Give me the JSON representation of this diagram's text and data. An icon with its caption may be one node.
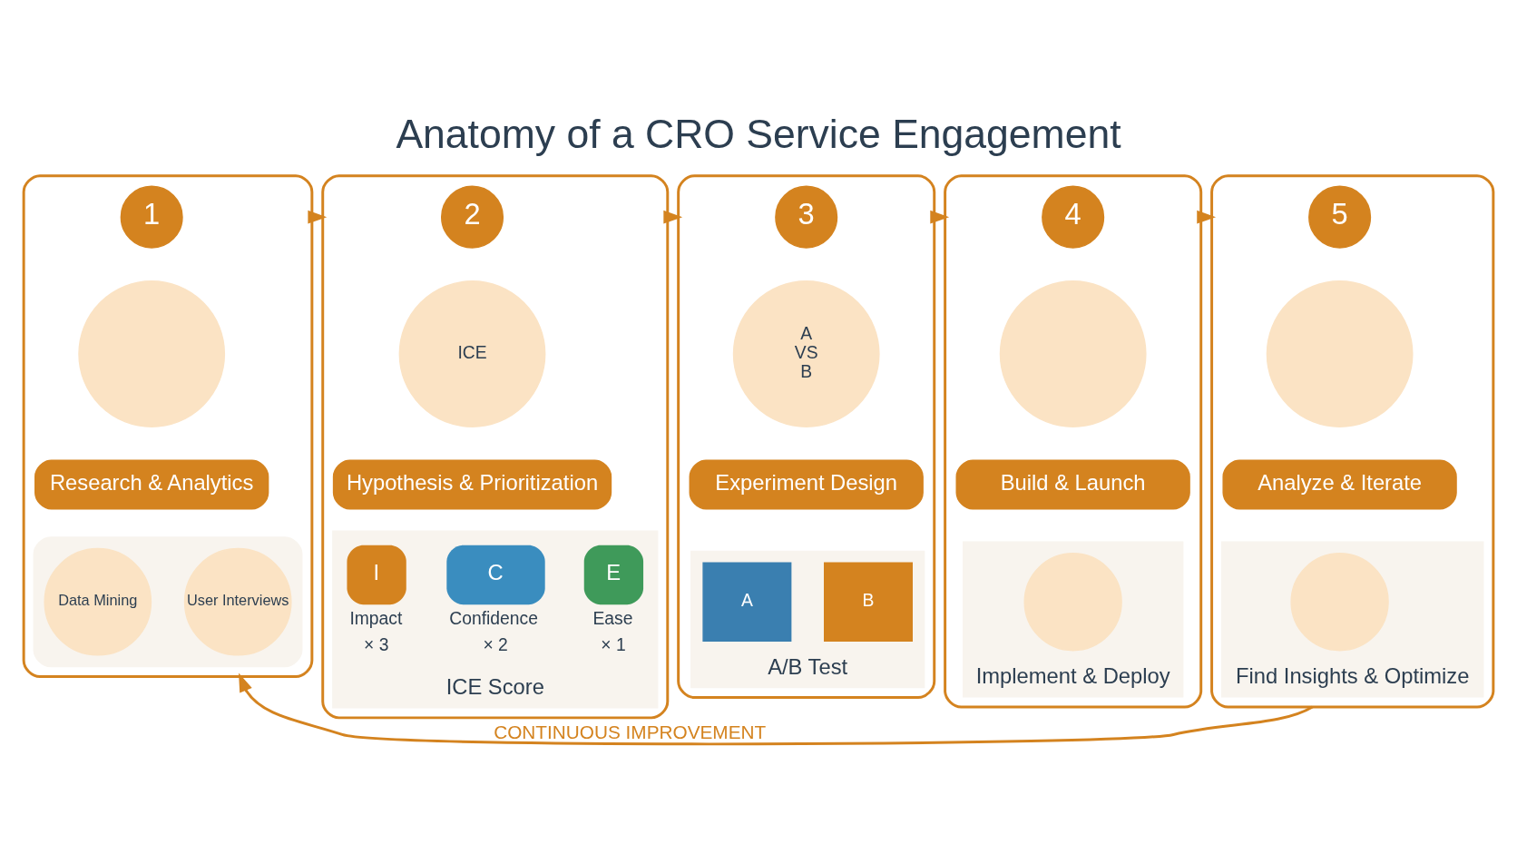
{
  "diagram": {
    "title": "Anatomy of a CRO Service Engagement",
    "nodes": [
      {
        "text": [],
        "shape": "box"
      },
      {
        "text": [
          "1"
        ],
        "in": 0
      },
      {
        "text": [],
        "shape": "circle",
        "in": 0
      },
      {
        "text": [
          "Research & Analytics"
        ],
        "in": 0
      },
      {
        "text": [],
        "shape": "box",
        "in": 0
      },
      {
        "text": [
          "Data Mining"
        ],
        "in": 4
      },
      {
        "text": [
          "User Interviews"
        ],
        "in": 4
      },
      {
        "text": [],
        "shape": "box"
      },
      {
        "text": [
          "2"
        ],
        "in": 7
      },
      {
        "text": [
          "ICE"
        ],
        "in": 7
      },
      {
        "text": [
          "Hypothesis & Prioritization"
        ],
        "in": 7
      },
      {
        "text": [
          "ICE Score"
        ],
        "in": 7
      },
      {
        "text": [
          "I"
        ],
        "beside": [
          "Impact",
          "× 3"
        ],
        "in": 11
      },
      {
        "text": [
          "C"
        ],
        "beside": [
          "Confidence",
          "× 2"
        ],
        "in": 11
      },
      {
        "text": [
          "E"
        ],
        "beside": [
          "Ease",
          "× 1"
        ],
        "in": 11
      },
      {
        "text": [],
        "shape": "box"
      },
      {
        "text": [
          "3"
        ],
        "in": 15
      },
      {
        "text": [
          "A",
          "VS",
          "B"
        ],
        "in": 15
      },
      {
        "text": [
          "Experiment Design"
        ],
        "in": 15
      },
      {
        "text": [
          "A/B Test"
        ],
        "in": 15
      },
      {
        "text": [
          "A"
        ],
        "in": 19
      },
      {
        "text": [
          "B"
        ],
        "in": 19
      },
      {
        "text": [],
        "shape": "box"
      },
      {
        "text": [
          "4"
        ],
        "in": 22
      },
      {
        "text": [],
        "shape": "circle",
        "in": 22
      },
      {
        "text": [
          "Build & Launch"
        ],
        "in": 22
      },
      {
        "text": [
          "Implement & Deploy"
        ],
        "in": 22
      },
      {
        "text": [],
        "shape": "circle",
        "in": 26
      },
      {
        "text": [],
        "shape": "box"
      },
      {
        "text": [
          "5"
        ],
        "in": 28
      },
      {
        "text": [],
        "shape": "circle",
        "in": 28
      },
      {
        "text": [
          "Analyze & Iterate"
        ],
        "in": 28
      },
      {
        "text": [
          "Find Insights & Optimize"
        ],
        "in": 28
      },
      {
        "text": [],
        "shape": "circle",
        "in": 32
      }
    ],
    "edges": [
      {
        "from": 0,
        "to": 7,
        "arrow": "to"
      },
      {
        "from": 7,
        "to": 15,
        "arrow": "to"
      },
      {
        "from": 15,
        "to": 22,
        "arrow": "to"
      },
      {
        "from": 22,
        "to": 28,
        "arrow": "to"
      },
      {
        "from": 28,
        "to": 0,
        "arrow": "to",
        "label": "CONTINUOUS IMPROVEMENT"
      }
    ]
  }
}
